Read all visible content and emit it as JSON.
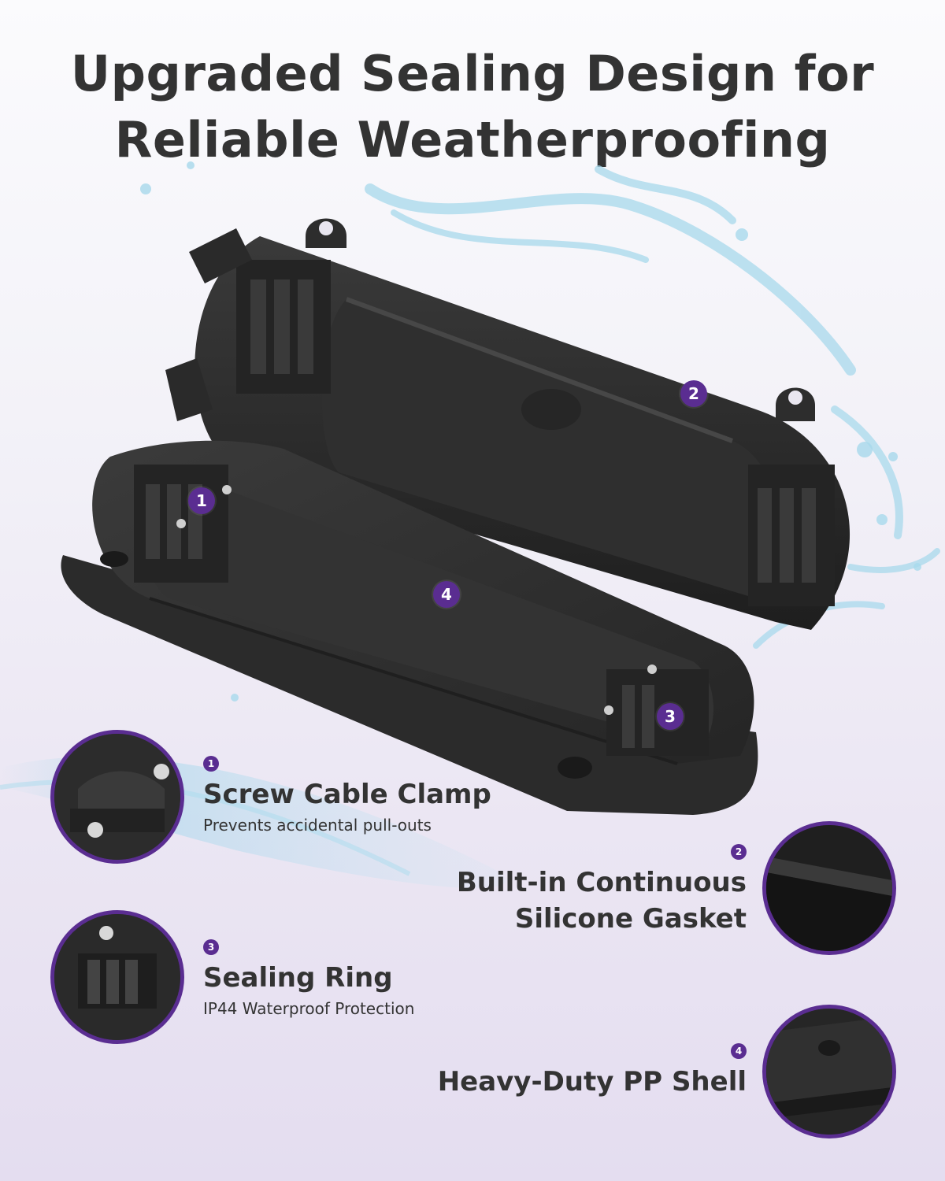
{
  "title": {
    "line1": "Upgraded Sealing Design for",
    "line2": "Reliable Weatherproofing"
  },
  "markers": {
    "m1": "1",
    "m2": "2",
    "m3": "3",
    "m4": "4"
  },
  "features": [
    {
      "num": "1",
      "title": "Screw Cable Clamp",
      "desc": "Prevents accidental pull-outs",
      "thumb_icon": "screw-clamp-icon"
    },
    {
      "num": "2",
      "title_line1": "Built-in Continuous",
      "title_line2": "Silicone Gasket",
      "thumb_icon": "gasket-icon"
    },
    {
      "num": "3",
      "title": "Sealing Ring",
      "desc": "IP44 Waterproof Protection",
      "thumb_icon": "sealing-ring-icon"
    },
    {
      "num": "4",
      "title": "Heavy-Duty PP Shell",
      "thumb_icon": "shell-icon"
    }
  ],
  "colors": {
    "accent": "#5a2d91",
    "text": "#333333",
    "water": "#9fd4ea",
    "product": "#2b2b2b"
  }
}
